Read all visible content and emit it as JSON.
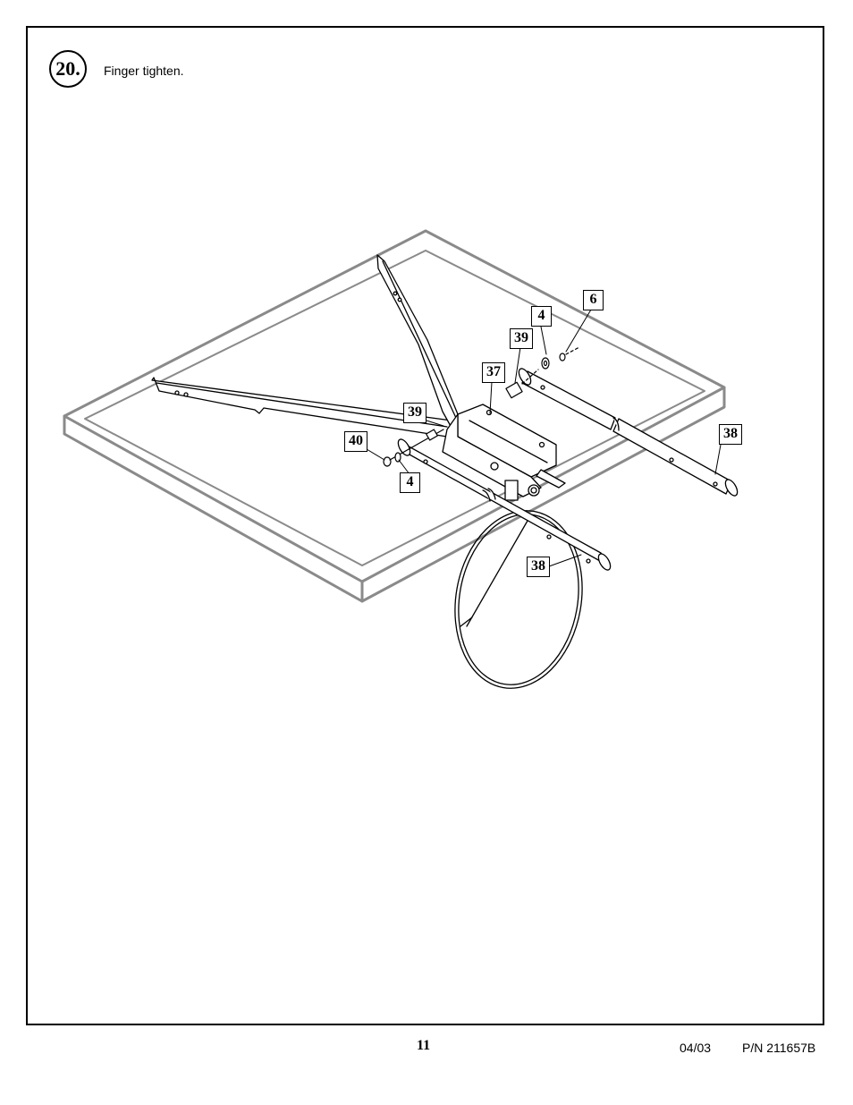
{
  "step": {
    "number": "20.",
    "instruction": "Finger tighten."
  },
  "callouts": [
    {
      "id": "6"
    },
    {
      "id": "4"
    },
    {
      "id": "39"
    },
    {
      "id": "37"
    },
    {
      "id": "39"
    },
    {
      "id": "40"
    },
    {
      "id": "4"
    },
    {
      "id": "38"
    },
    {
      "id": "38"
    }
  ],
  "footer": {
    "page_number": "11",
    "date": "04/03",
    "part_number": "P/N 211657B"
  }
}
